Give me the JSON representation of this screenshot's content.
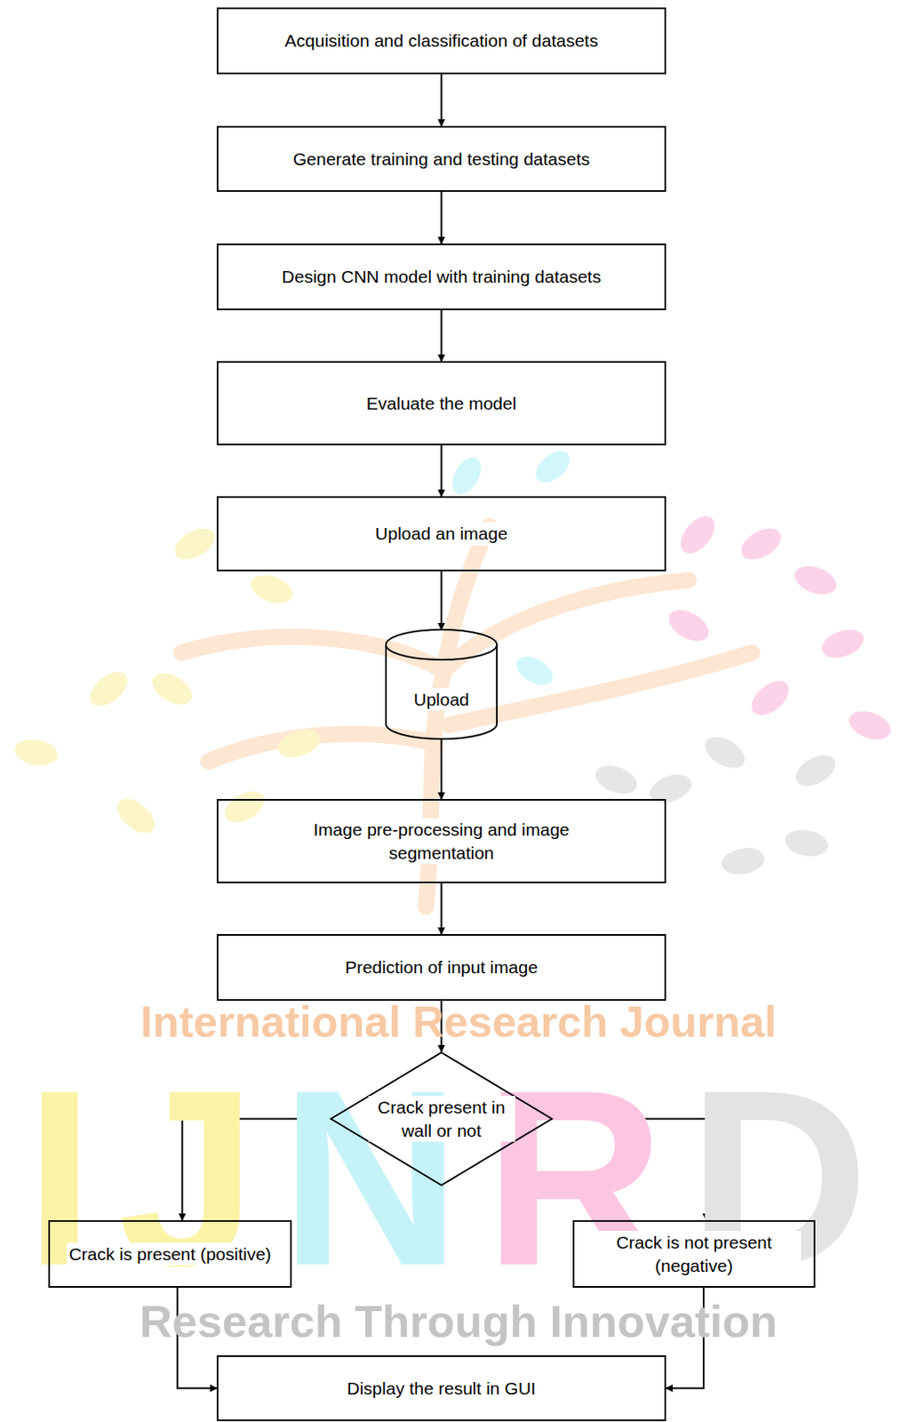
{
  "diagram": {
    "nodes": [
      {
        "text": [
          "Acquisition and classification of datasets"
        ]
      },
      {
        "text": [
          "Generate training and testing datasets"
        ]
      },
      {
        "text": [
          "Design CNN model with training datasets"
        ]
      },
      {
        "text": [
          "Evaluate the model"
        ]
      },
      {
        "text": [
          "Upload an image"
        ]
      },
      {
        "text": [
          "Upload"
        ]
      },
      {
        "text": [
          "Image pre-processing and image segmentation"
        ]
      },
      {
        "text": [
          "Prediction of input image"
        ]
      },
      {
        "text": [
          "Crack present in wall or not"
        ]
      },
      {
        "text": [
          "Crack is present (positive)"
        ]
      },
      {
        "text": [
          "Crack is not present (negative)"
        ]
      },
      {
        "text": [
          "Display the result in GUI"
        ]
      }
    ],
    "edges": [
      {
        "from": 0,
        "to": 1,
        "arrow": "to"
      },
      {
        "from": 1,
        "to": 2,
        "arrow": "to"
      },
      {
        "from": 2,
        "to": 3,
        "arrow": "to"
      },
      {
        "from": 3,
        "to": 4,
        "arrow": "to"
      },
      {
        "from": 4,
        "to": 5,
        "arrow": "to"
      },
      {
        "from": 5,
        "to": 6,
        "arrow": "to"
      },
      {
        "from": 6,
        "to": 7,
        "arrow": "to"
      },
      {
        "from": 7,
        "to": 8,
        "arrow": "to"
      },
      {
        "from": 8,
        "to": 9,
        "arrow": "to"
      },
      {
        "from": 8,
        "to": 10,
        "arrow": "to"
      },
      {
        "from": 9,
        "to": 11,
        "arrow": "to"
      },
      {
        "from": 10,
        "to": 11,
        "arrow": "to"
      }
    ],
    "labels": [
      "International Research Journal",
      "IJNRD",
      "Research Through Innovation"
    ]
  }
}
